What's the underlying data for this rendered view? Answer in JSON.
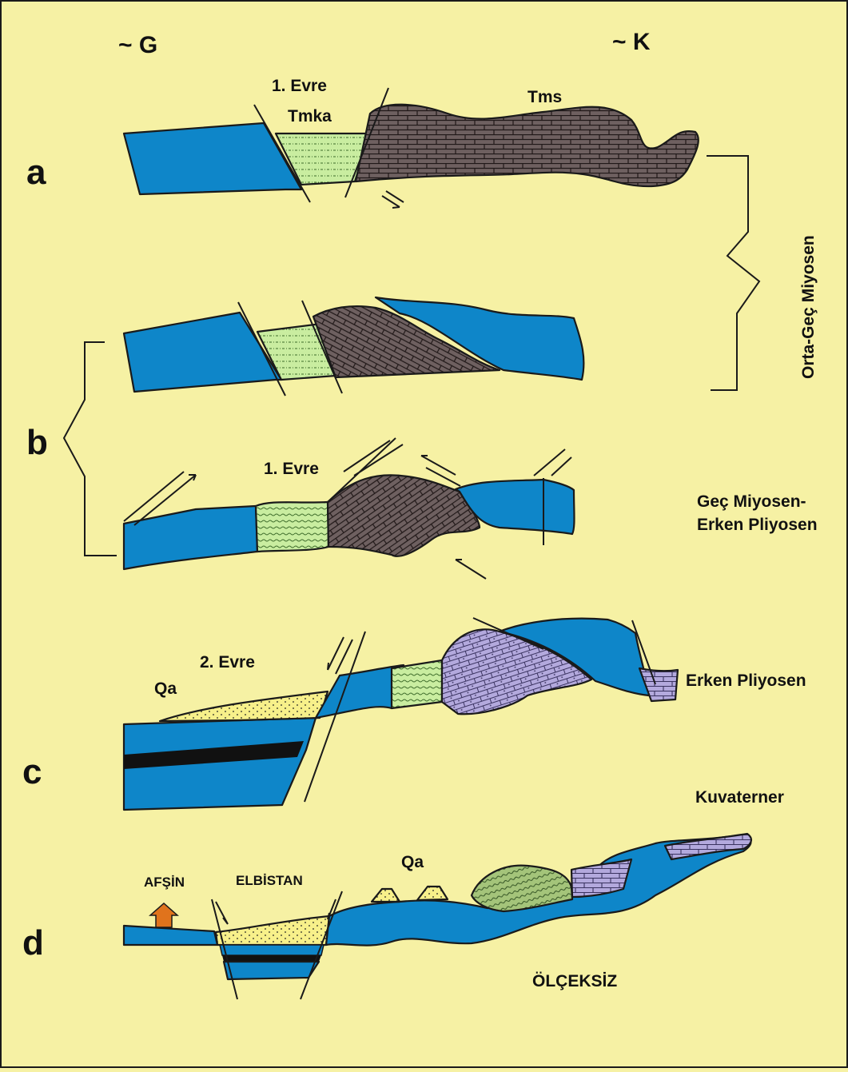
{
  "orientation": {
    "west": "~ G",
    "east": "~ K"
  },
  "panels": {
    "a": {
      "letter": "a",
      "phase": "1. Evre",
      "unit_left": "Tmka",
      "unit_right": "Tms"
    },
    "b": {
      "letter": "b",
      "phase": "1. Evre"
    },
    "c": {
      "letter": "c",
      "phase": "2. Evre",
      "unit": "Qa"
    },
    "d": {
      "letter": "d",
      "unit": "Qa",
      "place_west": "AFŞİN",
      "place_basin": "ELBİSTAN"
    }
  },
  "ages": {
    "ab": "Orta-Geç Miyosen",
    "b_line1": "Geç Miyosen-",
    "b_line2": "Erken Pliyosen",
    "c": "Erken Pliyosen",
    "d": "Kuvaterner"
  },
  "scale_note": "ÖLÇEKSİZ",
  "colors": {
    "background": "#f6f1a4",
    "basement_blue": "#0e86c9",
    "limestone_brown": "#6e6060",
    "marl_green": "#c9eda0",
    "pliocene_purple": "#b3a9dd",
    "alluvium_yellow": "#f7f08a",
    "coal_black": "#111111",
    "uplift_arrow": "#e0731c"
  }
}
